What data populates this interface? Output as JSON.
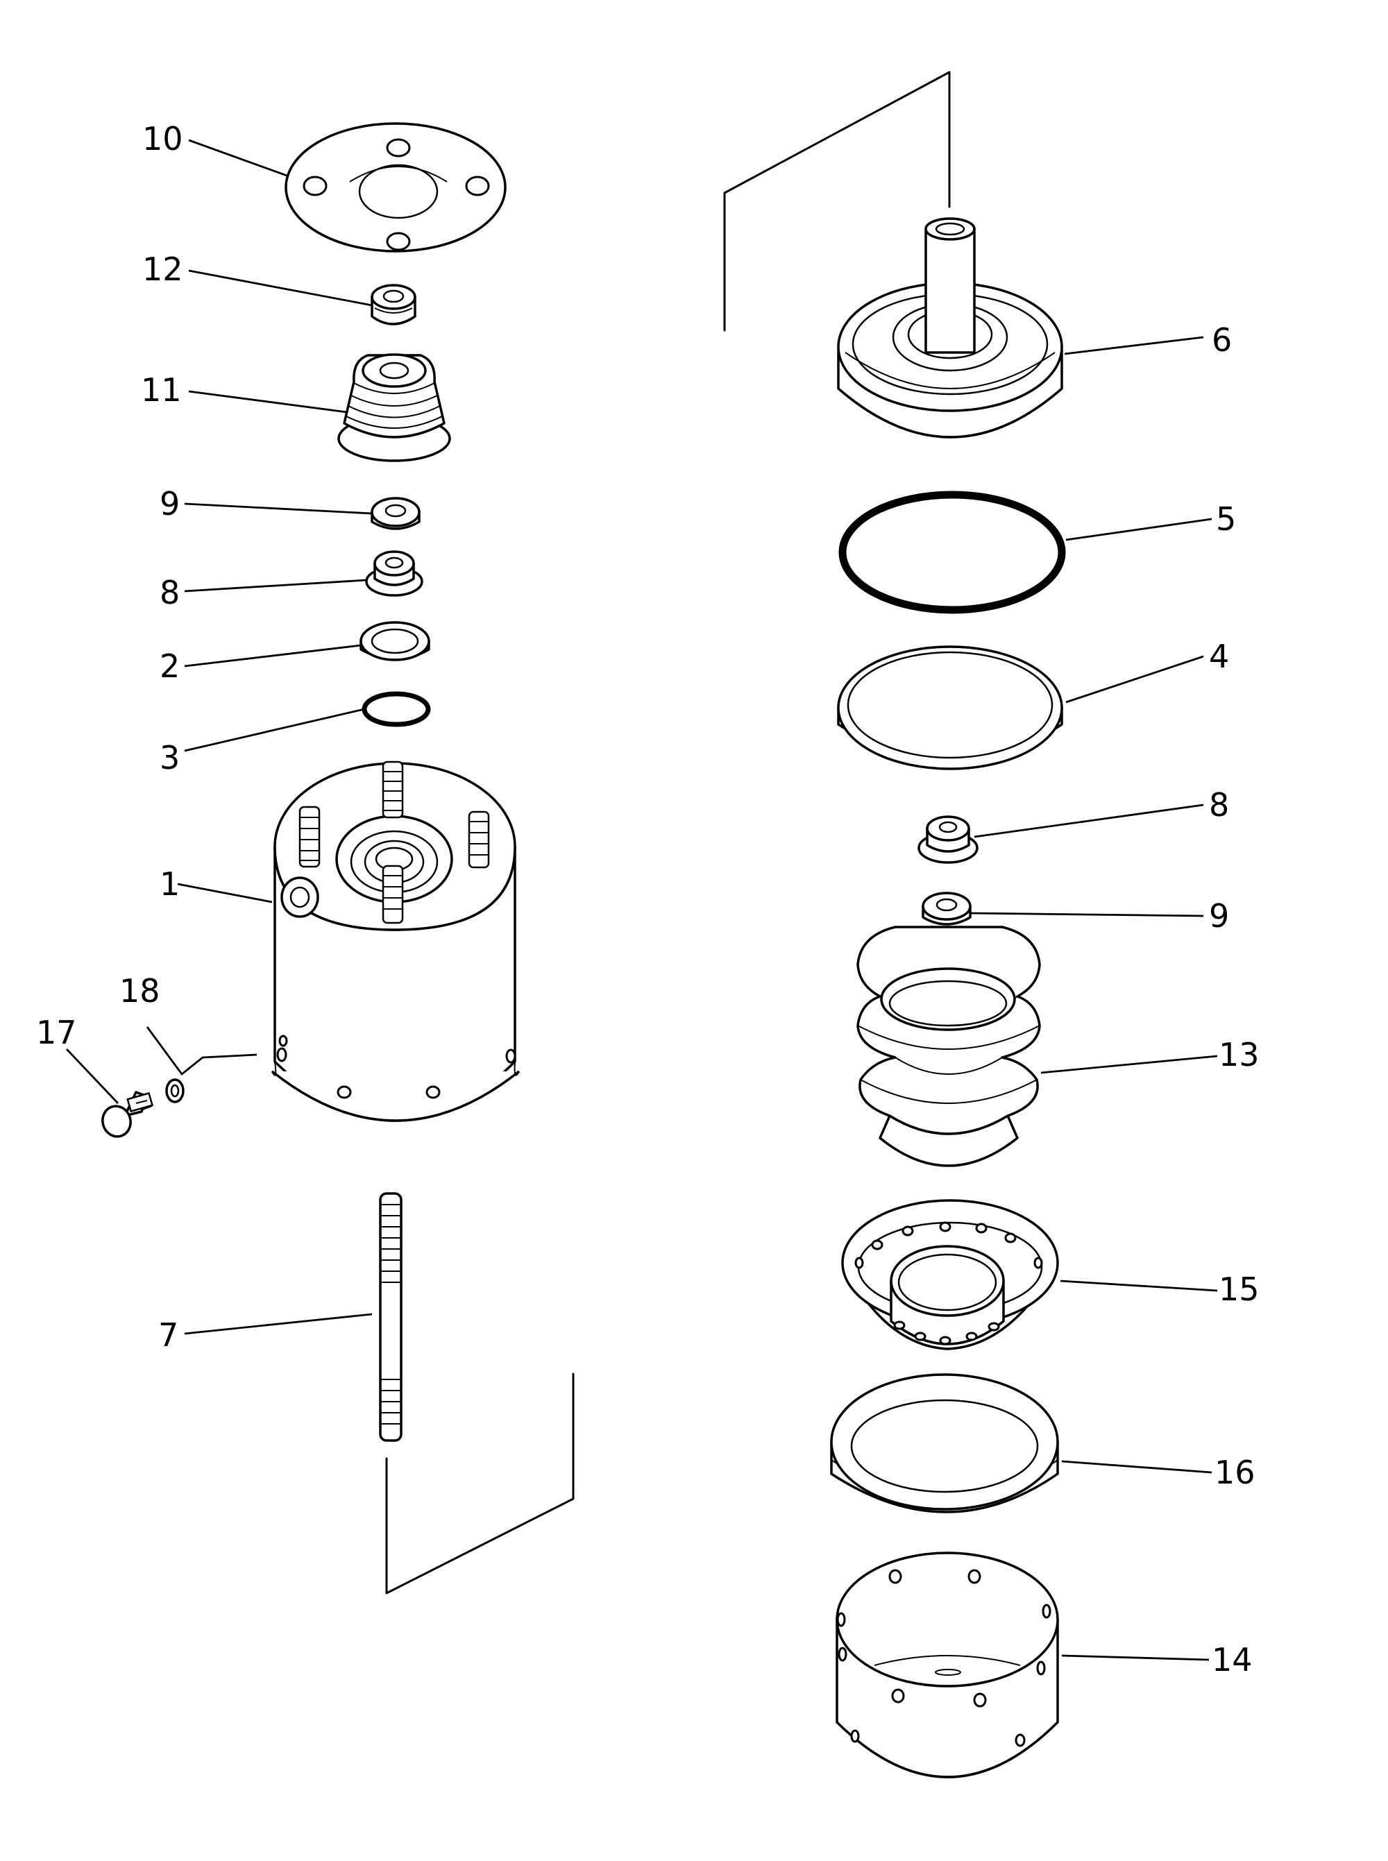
{
  "labels": {
    "l1": "1",
    "l2": "2",
    "l3": "3",
    "l4": "4",
    "l5": "5",
    "l6": "6",
    "l7": "7",
    "l8a": "8",
    "l8b": "8",
    "l9a": "9",
    "l9b": "9",
    "l10": "10",
    "l11": "11",
    "l12": "12",
    "l13": "13",
    "l14": "14",
    "l15": "15",
    "l16": "16",
    "l17": "17",
    "l18": "18"
  }
}
